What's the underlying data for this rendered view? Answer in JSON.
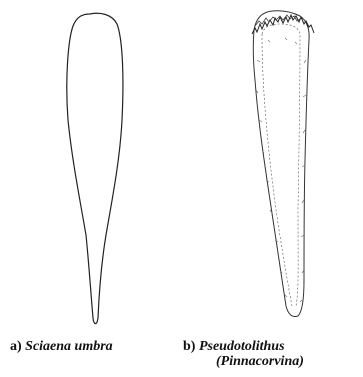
{
  "figure": {
    "panels": [
      {
        "letter": "a)",
        "name": "Sciaena umbra",
        "subname": ""
      },
      {
        "letter": "b)",
        "name": "Pseudotolithus",
        "subname": "(Pinnacorvina)"
      }
    ],
    "colors": {
      "ink": "#222222",
      "background": "#ffffff"
    }
  }
}
